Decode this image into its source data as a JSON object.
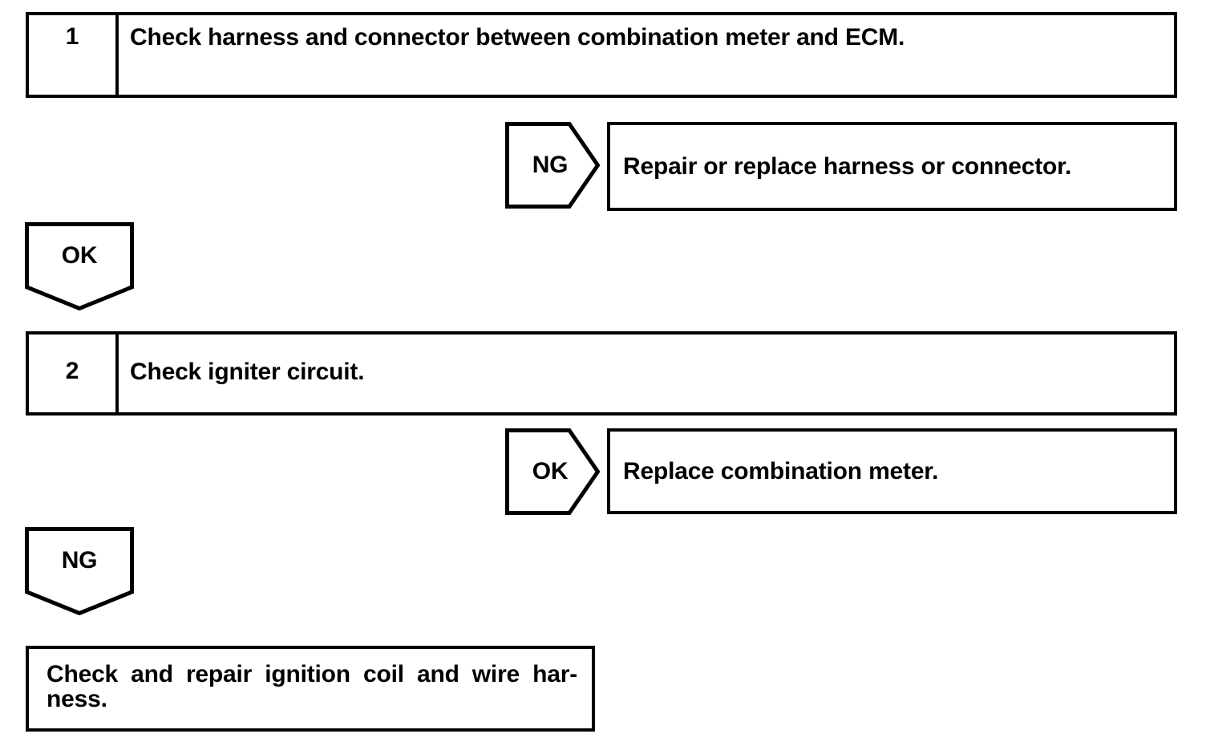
{
  "page": {
    "background": "#ffffff",
    "ink": "#000000"
  },
  "flowchart": {
    "step1": {
      "number": "1",
      "instruction": "Check harness and connector between combination meter and ECM."
    },
    "branch1": {
      "label": "NG",
      "action": "Repair or replace harness or connector."
    },
    "connector1": {
      "label": "OK"
    },
    "step2": {
      "number": "2",
      "instruction": "Check igniter circuit."
    },
    "branch2": {
      "label": "OK",
      "action": "Replace combination meter."
    },
    "connector2": {
      "label": "NG"
    },
    "terminal": {
      "action": "Check and repair ignition coil and wire harness.",
      "line1": "Check and repair ignition coil and wire har-",
      "line2": "ness."
    }
  }
}
